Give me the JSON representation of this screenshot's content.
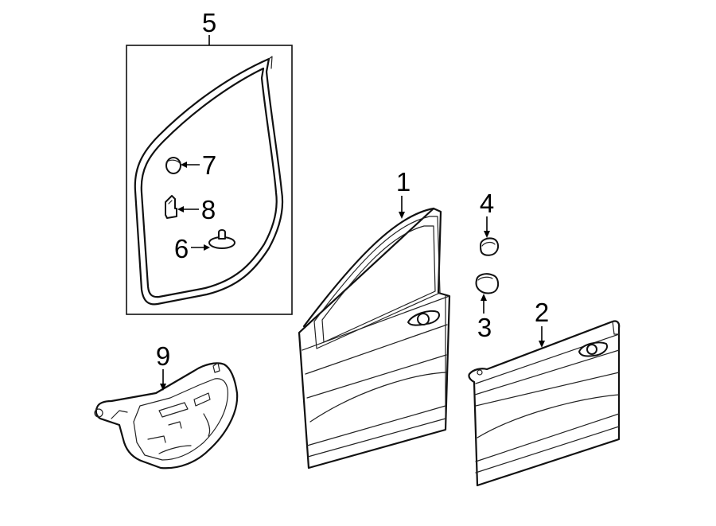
{
  "callouts": {
    "c1": "1",
    "c2": "2",
    "c3": "3",
    "c4": "4",
    "c5": "5",
    "c6": "6",
    "c7": "7",
    "c8": "8",
    "c9": "9"
  },
  "parts": [
    {
      "id": "1",
      "icon": "front-door-shell-icon"
    },
    {
      "id": "2",
      "icon": "outer-door-panel-icon"
    },
    {
      "id": "3",
      "icon": "door-plug-icon"
    },
    {
      "id": "4",
      "icon": "door-cap-icon"
    },
    {
      "id": "5",
      "icon": "door-weatherstrip-icon"
    },
    {
      "id": "6",
      "icon": "retainer-clip-icon"
    },
    {
      "id": "7",
      "icon": "round-plug-icon"
    },
    {
      "id": "8",
      "icon": "bracket-clip-icon"
    },
    {
      "id": "9",
      "icon": "water-shield-icon"
    }
  ],
  "colors": {
    "line": "#111111",
    "background": "#ffffff"
  }
}
